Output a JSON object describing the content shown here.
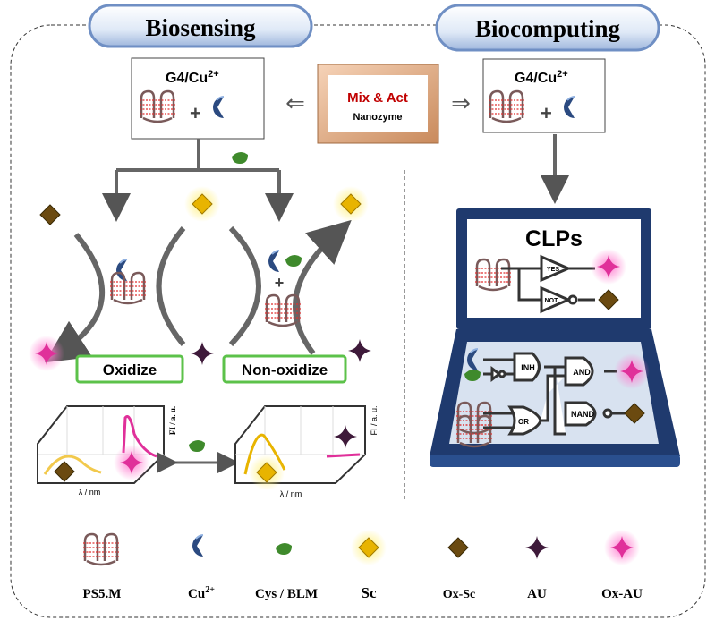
{
  "headers": {
    "left": "Biosensing",
    "right": "Biocomputing"
  },
  "g4_box": {
    "label": "G4/Cu",
    "sup": "2+",
    "plus": "+"
  },
  "center_box": {
    "line1": "Mix & Act",
    "line2": "Nanozyme"
  },
  "labels": {
    "oxidize": "Oxidize",
    "non_oxidize": "Non-oxidize"
  },
  "charts": {
    "y_label": "FI / a. u.",
    "x_label": "λ / nm"
  },
  "laptop": {
    "title": "CLPs",
    "gates_top": [
      "YES",
      "NOT"
    ],
    "gates_bottom": [
      "INH",
      "AND",
      "OR",
      "NAND"
    ]
  },
  "legend": [
    {
      "label": "PS5.M",
      "icon": "g4-quadruplex-icon"
    },
    {
      "label": "Cu",
      "sup": "2+",
      "icon": "copper-pacman-icon"
    },
    {
      "label": "Cys / BLM",
      "icon": "green-drop-icon"
    },
    {
      "label": "Sc",
      "icon": "glowing-yellow-diamond-icon"
    },
    {
      "label": "Ox-Sc",
      "icon": "brown-diamond-icon"
    },
    {
      "label": "AU",
      "icon": "dark-star-icon"
    },
    {
      "label": "Ox-AU",
      "icon": "glowing-pink-star-icon"
    }
  ],
  "colors": {
    "pill": "#dfe9f7",
    "pill_border": "#6f8fc4",
    "laptop": "#1f3a6e",
    "pink": "#e0309a",
    "gold": "#e8b400",
    "brown": "#6b4a10",
    "purple": "#3e1a3a",
    "green": "#3f8a2c",
    "blue": "#2b4a80",
    "mix_text": "#c00000"
  }
}
